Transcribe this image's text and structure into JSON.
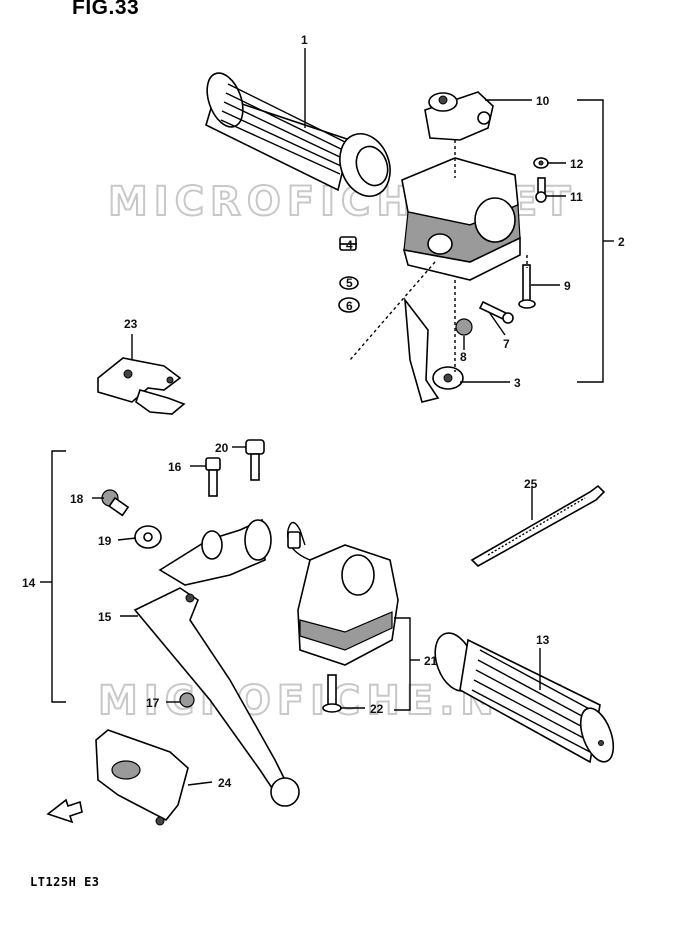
{
  "figure": {
    "title": "FIG.33",
    "model": "LT125H E3"
  },
  "watermark": {
    "text": "MICROFICHE.NET",
    "color": "#c8c8c8"
  },
  "callouts": {
    "c1": "1",
    "c2": "2",
    "c3": "3",
    "c4": "4",
    "c5": "5",
    "c6": "6",
    "c7": "7",
    "c8": "8",
    "c9": "9",
    "c10": "10",
    "c11": "11",
    "c12": "12",
    "c13": "13",
    "c14": "14",
    "c15": "15",
    "c16": "16",
    "c17": "17",
    "c18": "18",
    "c19": "19",
    "c20": "20",
    "c21": "21",
    "c22": "22",
    "c23": "23",
    "c24": "24",
    "c25": "25"
  }
}
